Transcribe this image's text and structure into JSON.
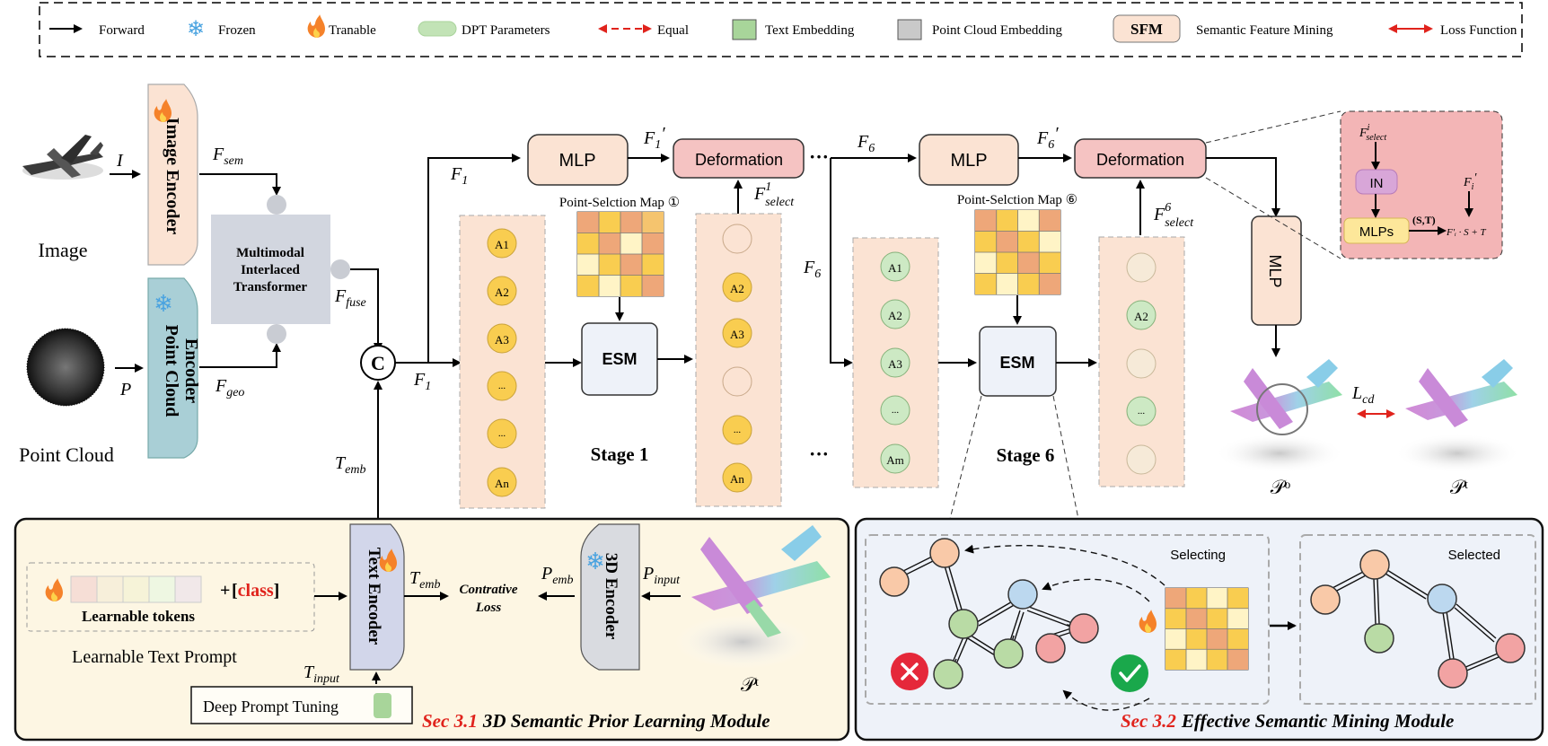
{
  "legend": {
    "forward": "Forward",
    "frozen": "Frozen",
    "trainable": "Tranable",
    "dpt": "DPT Parameters",
    "equal": "Equal",
    "text_emb": "Text Embedding",
    "pc_emb": "Point Cloud Embedding",
    "sfm_box": "SFM",
    "sfm_label": "Semantic Feature Mining",
    "loss": "Loss Function"
  },
  "inputs": {
    "image_label": "Image",
    "image_var": "I",
    "pc_label": "Point Cloud",
    "pc_var": "P"
  },
  "encoders": {
    "image": "Image Encoder",
    "pc_line1": "Point Cloud",
    "pc_line2": "Encoder",
    "f_sem": "F",
    "f_sem_sub": "sem",
    "f_geo": "F",
    "f_geo_sub": "geo"
  },
  "transformer": {
    "line1": "Multimodal",
    "line2": "Interlaced",
    "line3": "Transformer",
    "f_fuse": "F",
    "f_fuse_sub": "fuse"
  },
  "concat": {
    "symbol": "C",
    "t_emb": "T",
    "t_emb_sub": "emb",
    "f1": "F",
    "f1_sub": "1"
  },
  "stage1": {
    "label": "Stage 1",
    "mlp": "MLP",
    "deformation": "Deformation",
    "f1_prime": "F",
    "f1_prime_sub": "1",
    "f1_prime_mark": "′",
    "f1_top": "F",
    "f1_top_sub": "1",
    "f_select": "F",
    "f_select_sup": "1",
    "f_select_sub": "select",
    "map": "Point-Selction Map ①",
    "esm": "ESM",
    "nodes_in": [
      "A1",
      "A2",
      "A3",
      "...",
      "...",
      "An"
    ],
    "nodes_out": [
      "",
      "A2",
      "A3",
      "",
      "...",
      "An"
    ]
  },
  "stage6": {
    "label": "Stage 6",
    "mlp": "MLP",
    "deformation": "Deformation",
    "f6_top": "F",
    "f6_top_sub": "6",
    "f6_prime": "F",
    "f6_prime_sub": "6",
    "f6_prime_mark": "′",
    "f6_side": "F",
    "f6_side_sub": "6",
    "f_select": "F",
    "f_select_sup": "6",
    "f_select_sub": "select",
    "map": "Point-Selction Map ⑥",
    "esm": "ESM",
    "nodes_in": [
      "A1",
      "A2",
      "A3",
      "...",
      "Am"
    ],
    "nodes_out": [
      "",
      "A2",
      "",
      "...",
      ""
    ]
  },
  "ellipses": {
    "top": "···",
    "mid": "···"
  },
  "output": {
    "mlp": "MLP",
    "loss": "L",
    "loss_sub": "cd",
    "p_o": "𝒫ᵒ",
    "p_t": "𝒫ᵗ"
  },
  "detail": {
    "f_select": "F",
    "f_select_sup": "i",
    "f_select_sub": "select",
    "in": "IN",
    "mlps": "MLPs",
    "st": "(S,T)",
    "fi": "F",
    "fi_sub": "i",
    "fi_mark": "′",
    "formula": "F′ᵢ · S + T"
  },
  "module1": {
    "tokens_label": "Learnable tokens",
    "plus": "+",
    "class_open": "[",
    "class_word": "class",
    "class_close": "]",
    "prompt_label": "Learnable Text Prompt",
    "text_encoder": "Text Encoder",
    "t_input": "T",
    "t_input_sub": "input",
    "t_emb": "T",
    "t_emb_sub": "emb",
    "contrastive1": "Contrative",
    "contrastive2": "Loss",
    "p_emb": "P",
    "p_emb_sub": "emb",
    "p_input": "P",
    "p_input_sub": "input",
    "encoder3d": "3D Encoder",
    "p_t": "𝒫ᵗ",
    "dpt": "Deep Prompt Tuning",
    "sec_num": "Sec 3.1",
    "sec_title": "3D Semantic Prior Learning Module"
  },
  "module2": {
    "selecting": "Selecting",
    "selected": "Selected",
    "sec_num": "Sec 3.2",
    "sec_title": "Effective Semantic Mining Module"
  },
  "colors": {
    "peach": "#fbe3d3",
    "pink": "#f5c3c2",
    "blue_enc": "#a9cfd6",
    "gray_box": "#d2d6df",
    "yellow_node": "#f9cd50",
    "green_node": "#cde9c4",
    "cream_panel": "#fdf6e3",
    "blue_panel": "#eef2f9",
    "red_text": "#e0231c",
    "detail_bg": "#f3b5b6"
  }
}
